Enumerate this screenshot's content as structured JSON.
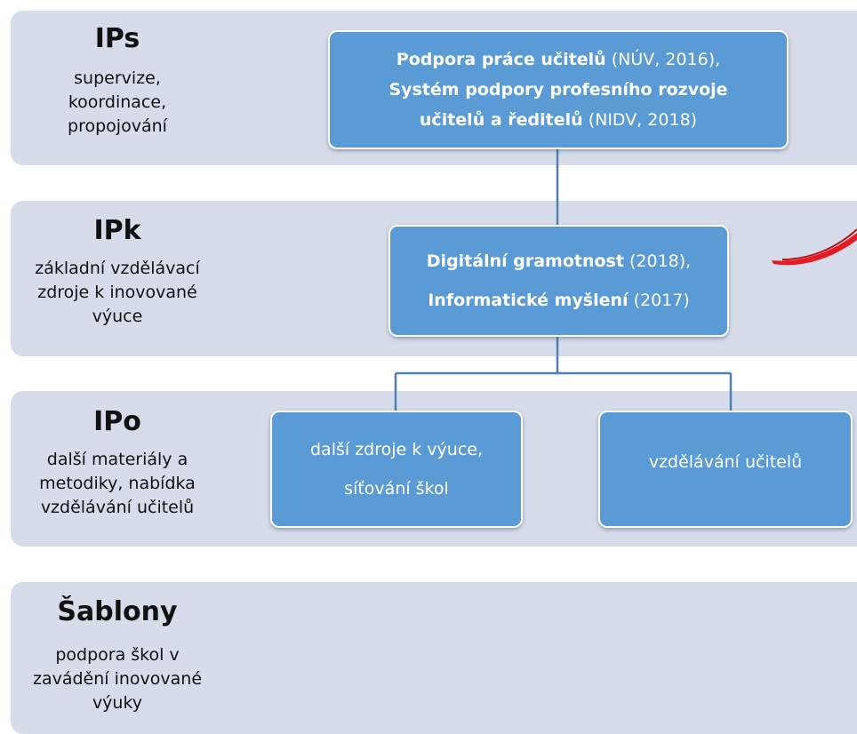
{
  "levels": [
    {
      "title": "IPs",
      "description": "supervize,\nkoordinace,\npropojování"
    },
    {
      "title": "IPk",
      "description": "základní vzdělávací\nzdroje k inovované\nvýuce"
    },
    {
      "title": "IPo",
      "description": "další materiály a\nmetodiky, nabídka\nvzdělávání učitelů"
    },
    {
      "title": "Šablony",
      "description": "podpora škol v\nzavádění inovované\nvýuky"
    }
  ],
  "boxes": {
    "ips": {
      "line1_bold": "Podpora práce učitelů",
      "line1_rest": " (NÚV, 2016),",
      "line2_bold": "Systém podpory profesního rozvoje",
      "line3_bold": "učitelů a ředitelů",
      "line3_rest": " (NIDV, 2018)"
    },
    "ipk": {
      "line1_bold": "Digitální gramotnost",
      "line1_rest": " (2018),",
      "line2_bold": "Informatické myšlení",
      "line2_rest": " (2017)"
    },
    "ipo_left": {
      "line1": "další zdroje k výuce,",
      "line2": "síťování škol"
    },
    "ipo_right": {
      "line1": "vzdělávání učitelů"
    }
  },
  "colors": {
    "band": "#d6dce9",
    "box": "#5b9bd5",
    "connector": "#4f7fb3",
    "accent_stroke": "#e31b23"
  }
}
